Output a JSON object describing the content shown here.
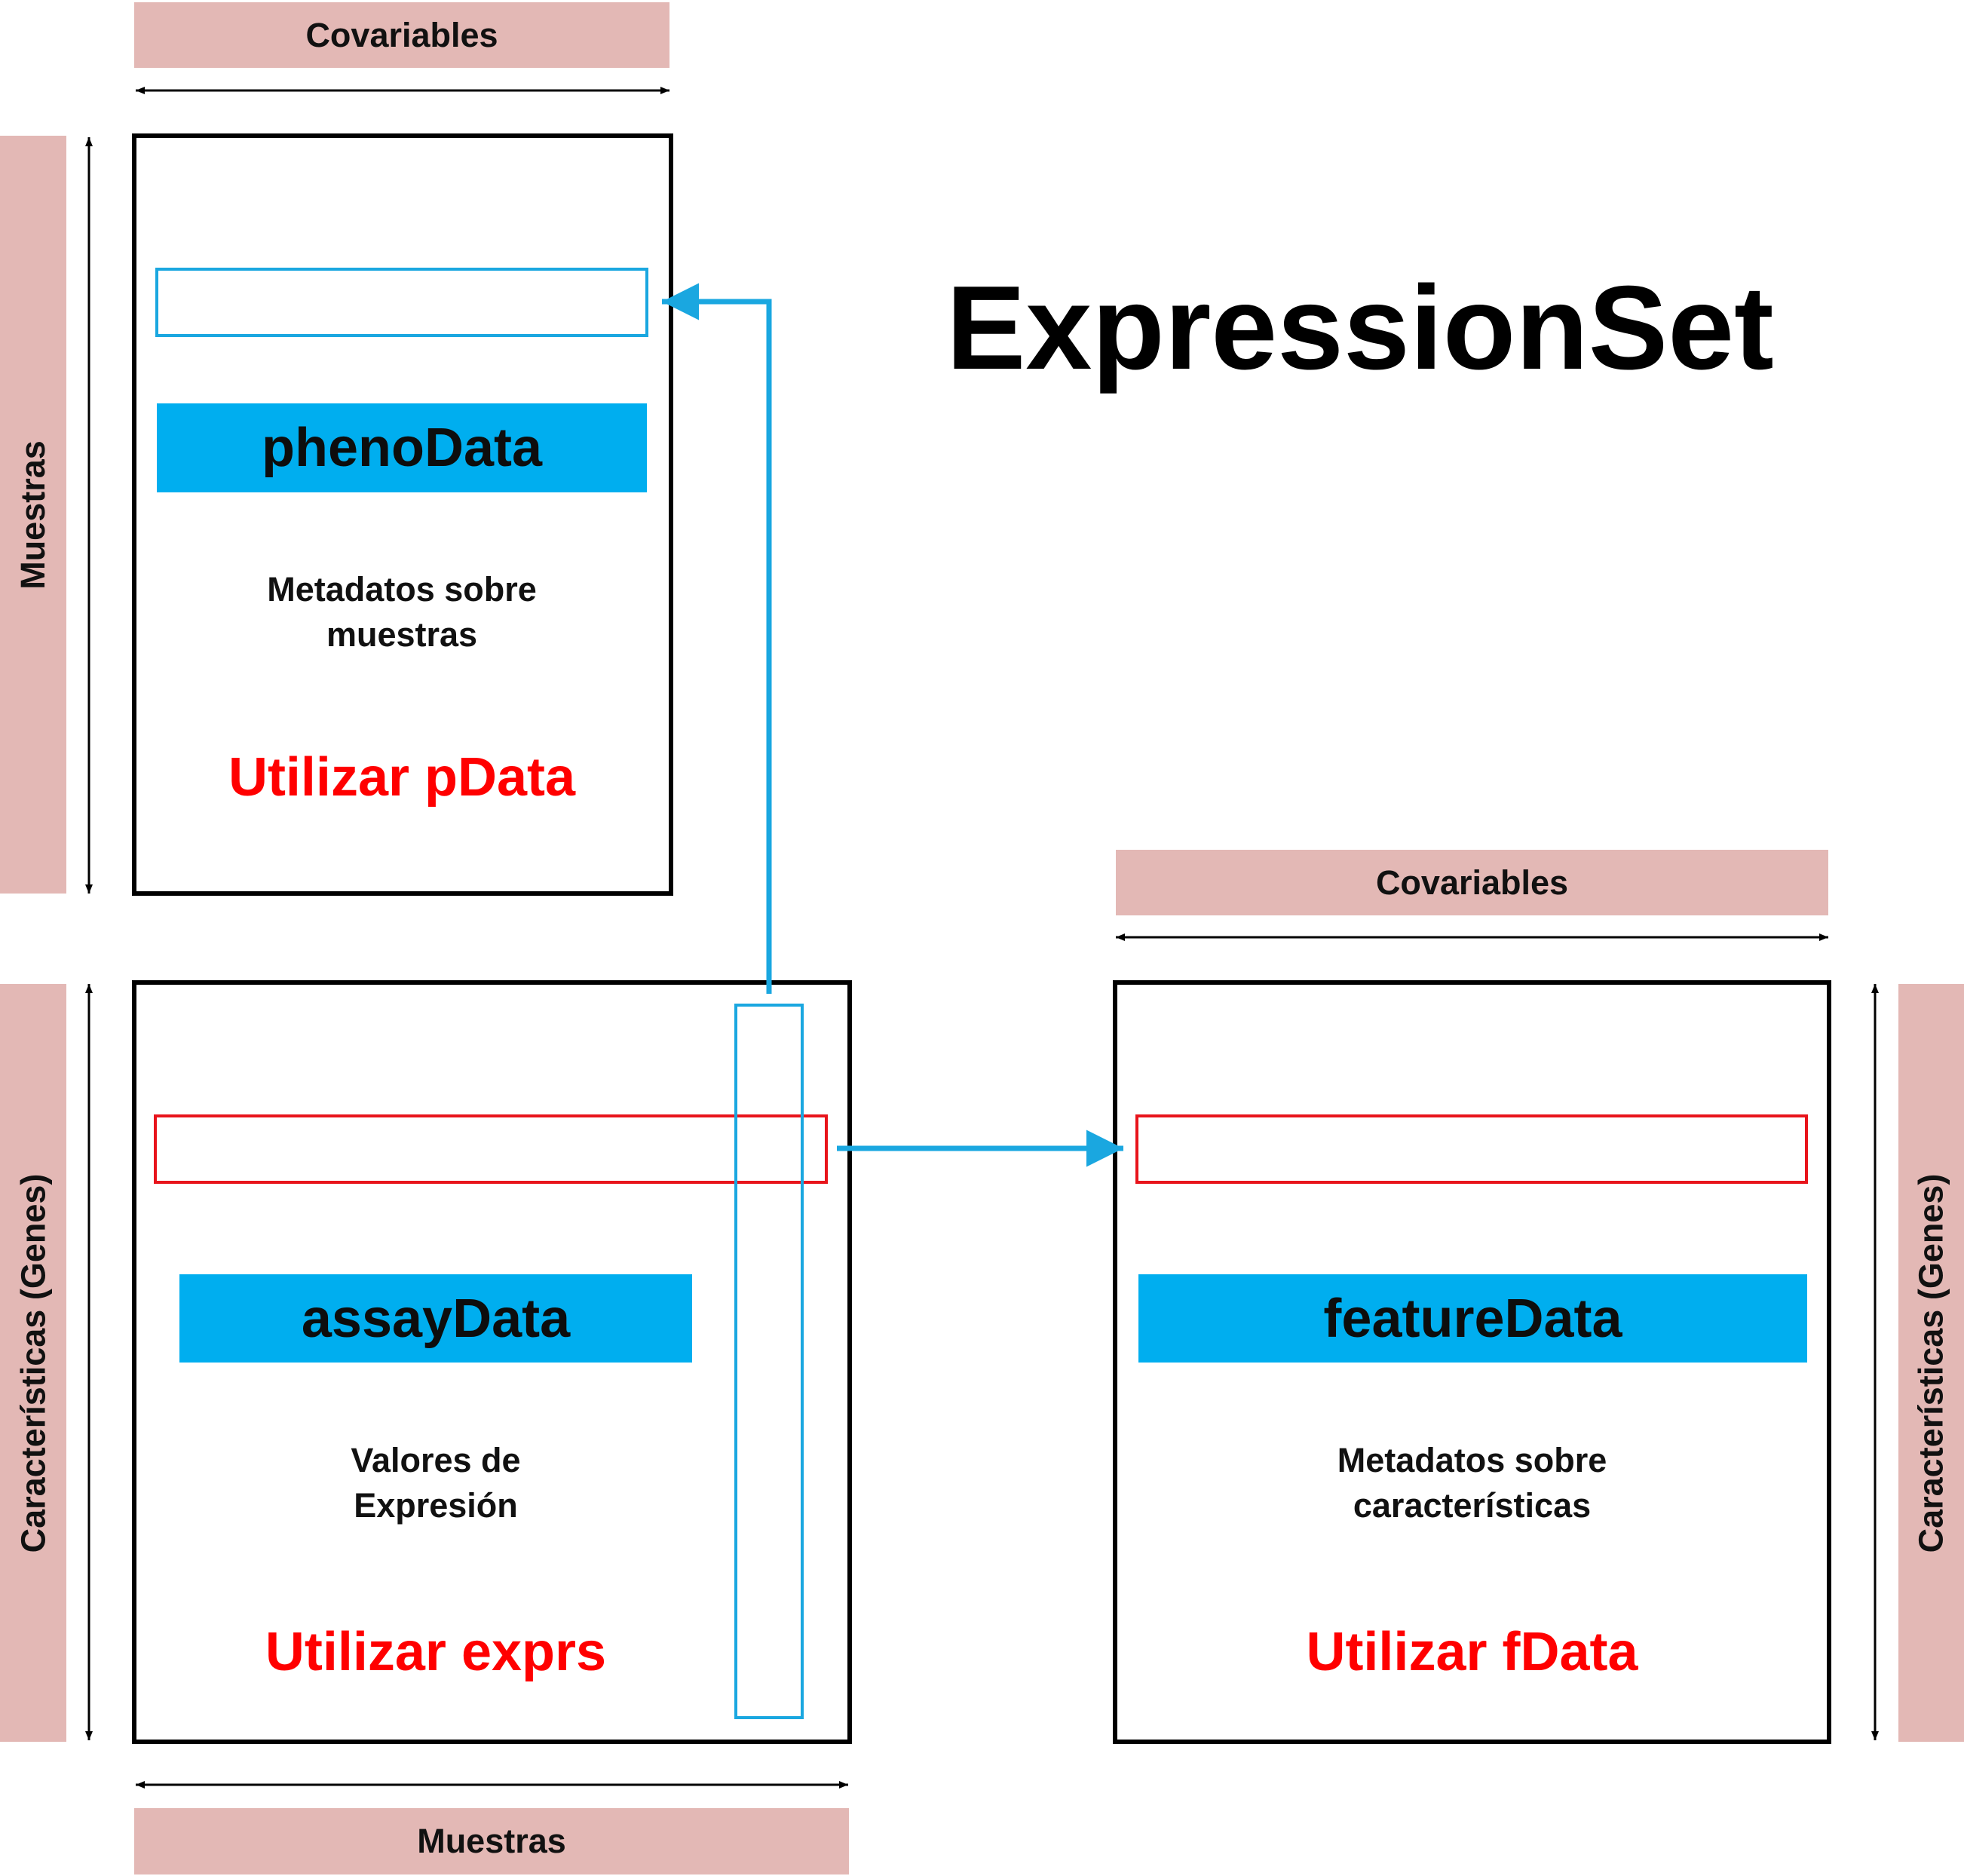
{
  "title": "ExpressionSet",
  "pheno": {
    "top_label": "Covariables",
    "side_label": "Muestras",
    "name": "phenoData",
    "desc_line1": "Metadatos sobre",
    "desc_line2": "muestras",
    "accessor": "Utilizar pData"
  },
  "assay": {
    "side_label": "Características (Genes)",
    "bottom_label": "Muestras",
    "name": "assayData",
    "desc_line1": "Valores de",
    "desc_line2": "Expresión",
    "accessor": "Utilizar exprs"
  },
  "feature": {
    "top_label": "Covariables",
    "side_label": "Características (Genes)",
    "name": "featureData",
    "desc_line1": "Metadatos sobre",
    "desc_line2": "características",
    "accessor": "Utilizar fData"
  },
  "colors": {
    "label_band": "#e3b8b5",
    "slot_fill": "#00aeef",
    "accessor_text": "#ff0000",
    "row_highlight": "#e8141b",
    "column_highlight": "#1aa7e0",
    "connector": "#1aa7e0"
  }
}
